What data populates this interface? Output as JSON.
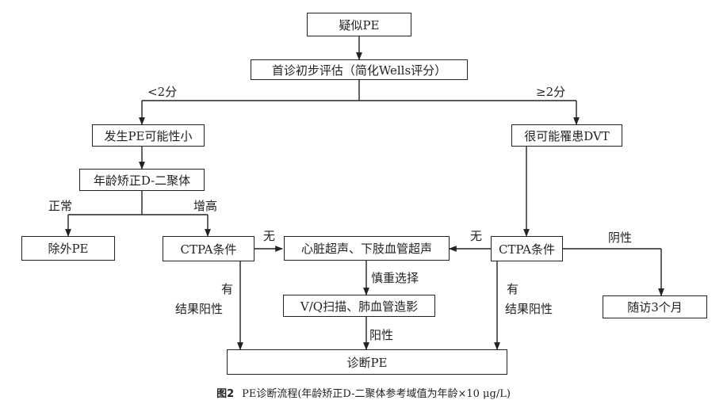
{
  "nodes": {
    "suspected_pe": "疑似PE",
    "initial_eval": "首诊初步评估（简化Wells评分）",
    "pe_unlikely": "发生PE可能性小",
    "likely_dvt": "很可能罹患DVT",
    "d_dimer": "年龄矫正D-二聚体",
    "exclude_pe": "除外PE",
    "ctpa_left": "CTPA条件",
    "echo_ultrasound": "心脏超声、下肢血管超声",
    "ctpa_right": "CTPA条件",
    "vq_scan": "V/Q扫描、肺血管造影",
    "follow_up": "随访3个月",
    "diagnosis": "诊断PE"
  },
  "edge_labels": {
    "lt2": "<2分",
    "ge2": "≥2分",
    "normal": "正常",
    "elevated": "增高",
    "none_left": "无",
    "none_right": "无",
    "negative": "阴性",
    "careful_choice": "慎重选择",
    "have_left": "有",
    "positive_left": "结果阳性",
    "have_right": "有",
    "positive_right": "结果阳性",
    "positive_mid": "阳性"
  },
  "caption": {
    "figure_no": "图2",
    "text": "PE诊断流程(年龄矫正D-二聚体参考域值为年龄×10 μg/L)"
  }
}
